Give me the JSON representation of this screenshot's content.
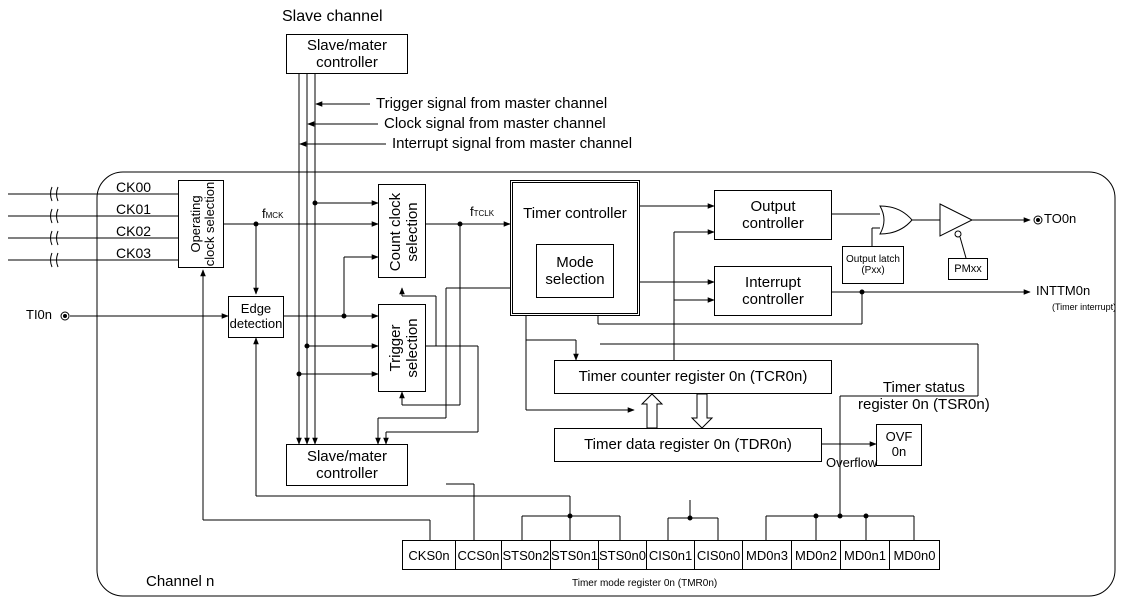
{
  "slave_channel": {
    "title": "Slave channel",
    "top_controller": "Slave/mater\ncontroller",
    "bottom_controller": "Slave/mater\ncontroller"
  },
  "master_signals": [
    "Trigger signal from master channel",
    "Clock signal from master channel",
    "Interrupt signal from master channel"
  ],
  "clock_inputs": [
    "CK00",
    "CK01",
    "CK02",
    "CK03"
  ],
  "blocks": {
    "operating_clock": "Operating\nclock selection",
    "fmck": "f",
    "fmck_sub": "MCK",
    "ftclk": "f",
    "ftclk_sub": "TCLK",
    "count_clock": "Count clock\nselection",
    "edge_detection": "Edge\ndetection",
    "trigger_selection": "Trigger\nselection",
    "timer_controller": "Timer controller",
    "mode_selection": "Mode\nselection",
    "output_controller": "Output\ncontroller",
    "interrupt_controller": "Interrupt\ncontroller",
    "output_latch": "Output latch",
    "output_latch_pin": "(Pxx)",
    "pmxx": "PMxx",
    "tcr": "Timer counter register 0n (TCR0n)",
    "tdr": "Timer data register 0n (TDR0n)",
    "tsr": "Timer status\nregister 0n (TSR0n)",
    "ovf": "OVF\n0n",
    "overflow": "Overflow"
  },
  "pins": {
    "ti0n": "TI0n",
    "to0n": "TO0n",
    "inttm0n": "INTTM0n",
    "timer_interrupt": "(Timer interrupt)"
  },
  "tmr_bits": [
    "CKS0n",
    "CCS0n",
    "STS0n2",
    "STS0n1",
    "STS0n0",
    "CIS0n1",
    "CIS0n0",
    "MD0n3",
    "MD0n2",
    "MD0n1",
    "MD0n0"
  ],
  "tmr_label": "Timer mode register 0n (TMR0n)",
  "channel_label": "Channel n"
}
